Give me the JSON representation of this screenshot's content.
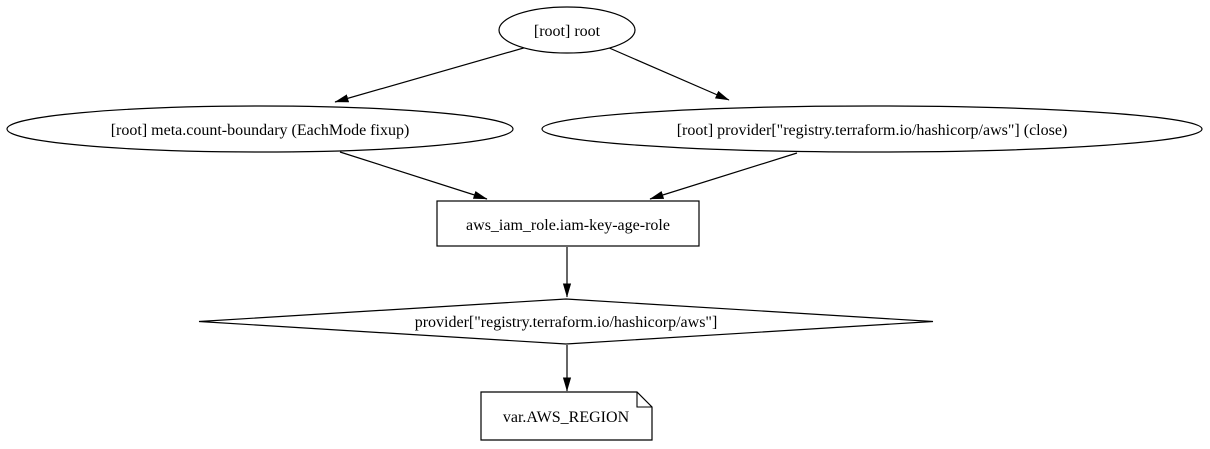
{
  "diagram": {
    "type": "dependency-graph",
    "background_color": "#ffffff",
    "stroke_color": "#000000",
    "text_color": "#000000",
    "nodes": [
      {
        "id": "root",
        "shape": "ellipse",
        "label": "[root] root"
      },
      {
        "id": "meta-count-boundary",
        "shape": "ellipse",
        "label": "[root] meta.count-boundary (EachMode fixup)"
      },
      {
        "id": "provider-aws-close",
        "shape": "ellipse",
        "label": "[root] provider[\"registry.terraform.io/hashicorp/aws\"] (close)"
      },
      {
        "id": "aws-iam-role",
        "shape": "box",
        "label": "aws_iam_role.iam-key-age-role"
      },
      {
        "id": "provider-aws",
        "shape": "diamond",
        "label": "provider[\"registry.terraform.io/hashicorp/aws\"]"
      },
      {
        "id": "var-aws-region",
        "shape": "note",
        "label": "var.AWS_REGION"
      }
    ],
    "edges": [
      {
        "from": "root",
        "to": "meta-count-boundary"
      },
      {
        "from": "root",
        "to": "provider-aws-close"
      },
      {
        "from": "meta-count-boundary",
        "to": "aws-iam-role"
      },
      {
        "from": "provider-aws-close",
        "to": "aws-iam-role"
      },
      {
        "from": "aws-iam-role",
        "to": "provider-aws"
      },
      {
        "from": "provider-aws",
        "to": "var-aws-region"
      }
    ]
  }
}
